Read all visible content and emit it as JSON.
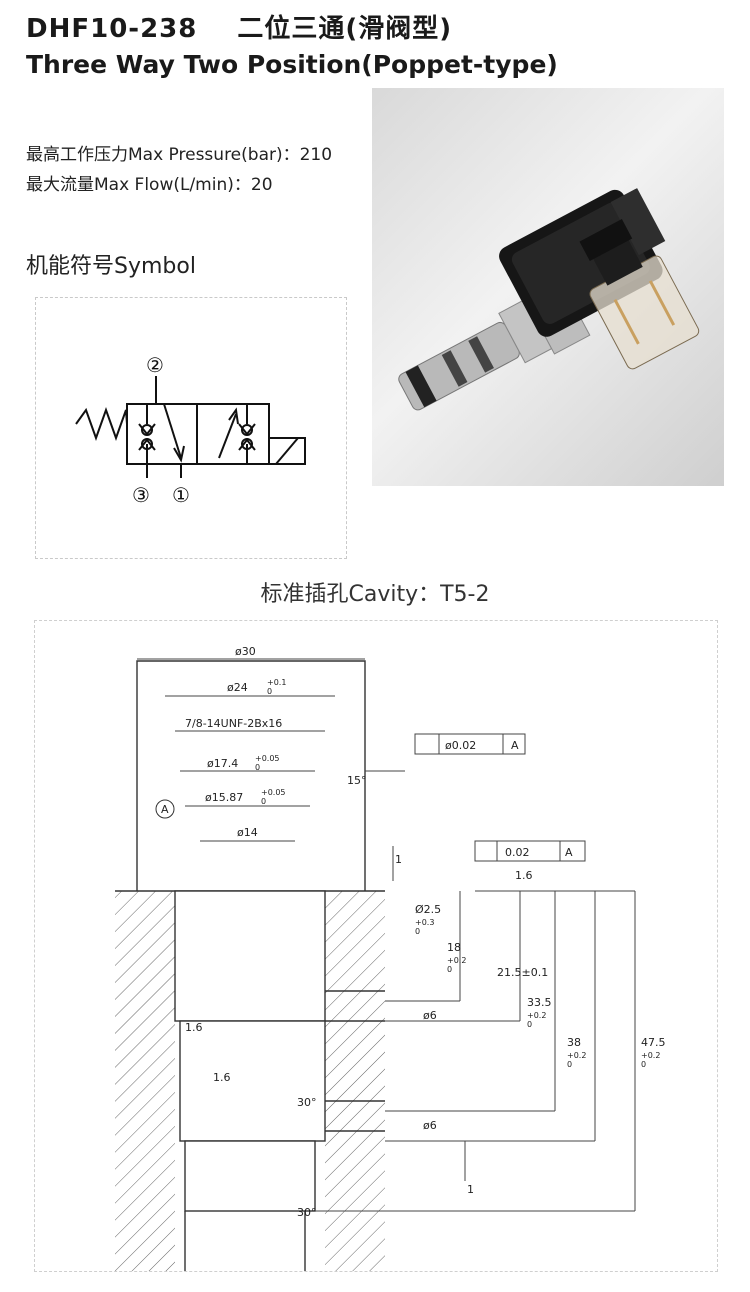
{
  "header": {
    "model": "DHF10-238",
    "title_cn": "二位三通(滑阀型)",
    "title_en": "Three  Way Two Position(Poppet-type)"
  },
  "specs": {
    "max_pressure": "最高工作压力Max Pressure(bar)：210",
    "max_flow": "最大流量Max Flow(L/min)：20"
  },
  "symbol": {
    "heading": "机能符号Symbol",
    "port_top": "②",
    "port_left": "③",
    "port_right": "①"
  },
  "cavity": {
    "heading": "标准插孔Cavity：T5-2",
    "dims": {
      "d30": "ø30",
      "d24": "ø24",
      "d24_tol": "+0.1",
      "d24_tol2": "0",
      "thread": "7/8-14UNF-2Bx16",
      "concentricity": "ø0.02",
      "datum_a": "A",
      "d17": "ø17.4",
      "d17_tol": "+0.05",
      "d17_tol2": "0",
      "angle15": "15°",
      "d15": "ø15.87",
      "d15_tol": "+0.05",
      "d15_tol2": "0",
      "d14": "ø14",
      "perp": "0.02",
      "rough16": "1.6",
      "depth25": "Ø2.5",
      "depth25_tol": "+0.3",
      "depth25_tol2": "0",
      "depth18": "18",
      "depth18_tol": "+0.2",
      "depth18_tol2": "0",
      "depth215": "21.5±0.1",
      "depth335": "33.5",
      "depth335_tol": "+0.2",
      "depth335_tol2": "0",
      "depth38": "38",
      "depth38_tol": "+0.2",
      "depth38_tol2": "0",
      "depth475": "47.5",
      "depth475_tol": "+0.2",
      "depth475_tol2": "0",
      "port6": "ø6",
      "chamfer30": "30°",
      "one": "1"
    }
  }
}
